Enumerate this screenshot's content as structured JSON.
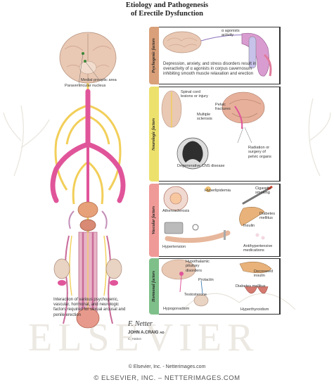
{
  "title": {
    "line1": "Etiology and Pathogenesis",
    "line2": "of Erectile Dysfunction"
  },
  "brain_labels": {
    "medial_preoptic": "Medial preoptic area",
    "paraventricular": "Paraventricular nucleus"
  },
  "sections": [
    {
      "tab": "Psychogenic factors",
      "color": "#d9a07a",
      "labels": {
        "alpha": "α agonists",
        "activity": "activity"
      },
      "description": "Depression, anxiety, and stress disorders result in overactivity of α agonists in corpus cavernosum inhibiting smooth muscle relaxation and erection"
    },
    {
      "tab": "Neurologic factors",
      "color": "#ede16e",
      "labels": {
        "spinal": "Spinal cord lesions or injury",
        "pelvic_fx": "Pelvic fractures",
        "ms": "Multiple sclerosis",
        "cns": "Degenerative CNS disease",
        "radiation": "Radiation or surgery of pelvic organs"
      }
    },
    {
      "tab": "Vascular factors",
      "color": "#ef9a97",
      "labels": {
        "cigarette": "Cigarette smoking",
        "hyperlipidemia": "Hyperlipidemia",
        "atherosclerosis": "Atherosclerosis",
        "diabetes": "Diabetes mellitus",
        "insulin": "Insulin",
        "hypertension": "Hypertension",
        "antihypertensive": "Antihypertensive medications"
      }
    },
    {
      "tab": "Hormonal factors",
      "color": "#7fc08a",
      "labels": {
        "hypothalamic": "Hypothalamic pituitary disorders",
        "prolactin": "Prolactin",
        "testosterone": "Testosterone",
        "hypogonadism": "Hypogonadism",
        "decreased_insulin": "Decreased insulin",
        "diabetes": "Diabetes mellitus",
        "hyperthyroidism": "Hyperthyroidism"
      }
    }
  ],
  "caption": "Interaction of various psychogenic, vascular, hormonal, and neurologic factors required for sexual arousal and penile erection",
  "signature": {
    "script": "F. Netter",
    "artist": "JOHN A.CRAIG",
    "suffix": "AD",
    "sub": "C. Hatton"
  },
  "watermark": "ELSEVIER",
  "footer": {
    "line1": "© Elsevier, Inc. - Netterimages.com",
    "line2": "© ELSEVIER, INC. – NETTERIMAGES.COM"
  },
  "colors": {
    "brain": "#e9c8b4",
    "nerve": "#f2cf5a",
    "artery": "#e0559a",
    "organ": "#d88a74",
    "bone": "#ece5d3",
    "panel_text": "#333333"
  }
}
